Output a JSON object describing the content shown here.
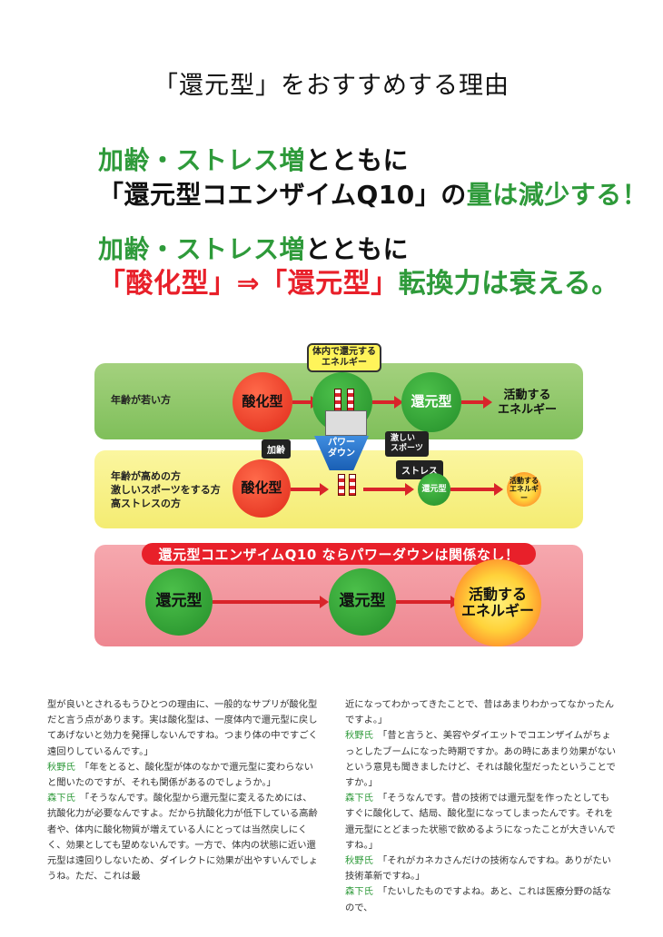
{
  "title": "「還元型」をおすすめする理由",
  "headlines": {
    "line1a": {
      "green": "加齢・ストレス増",
      "black": "とともに"
    },
    "line1b": {
      "black": "「還元型コエンザイムQ10」の",
      "green": "量は減少する！"
    },
    "line2a": {
      "green": "加齢・ストレス増",
      "black": "とともに"
    },
    "line2b": {
      "red": "「酸化型」⇒「還元型」",
      "green": "転換力は衰える。"
    }
  },
  "diagram": {
    "callout_top": "体内で還元する\nエネルギー",
    "band1": {
      "label": "年齢が若い方",
      "left_circle": "酸化型",
      "right_circle": "還元型",
      "end_label": "活動する\nエネルギー"
    },
    "tags": {
      "aging": "加齢",
      "sports": "激しい\nスポーツ",
      "stress": "ストレス"
    },
    "power_down": "パワー\nダウン",
    "band2": {
      "label": "年齢が高めの方\n激しいスポーツをする方\n高ストレスの方",
      "left_circle": "酸化型",
      "small_circle": "還元型",
      "end_label": "活動する\nエネルギー"
    },
    "banner": "還元型コエンザイムQ10 ならパワーダウンは関係なし！",
    "band3": {
      "left_circle": "還元型",
      "mid_circle": "還元型",
      "end_label": "活動する\nエネルギー"
    },
    "colors": {
      "green": "#2e9a3a",
      "red": "#e8202a",
      "band_green": "#8cc766",
      "band_yellow": "#f6ee7e",
      "band_pink": "#f094a0"
    }
  },
  "body": {
    "left": [
      {
        "speaker": "",
        "text": "型が良いとされるもうひとつの理由に、一般的なサプリが酸化型だと言う点があります。実は酸化型は、一度体内で還元型に戻してあげないと効力を発揮しないんですね。つまり体の中ですごく遠回りしているんです。」"
      },
      {
        "speaker": "秋野氏",
        "text": "「年をとると、酸化型が体のなかで還元型に変わらないと聞いたのですが、それも関係があるのでしょうか。」"
      },
      {
        "speaker": "森下氏",
        "text": "「そうなんです。酸化型から還元型に変えるためには、抗酸化力が必要なんですよ。だから抗酸化力が低下している高齢者や、体内に酸化物質が増えている人にとっては当然戻しにくく、効果としても望めないんです。一方で、体内の状態に近い還元型は遠回りしないため、ダイレクトに効果が出やすいんでしょうね。ただ、これは最"
      }
    ],
    "right": [
      {
        "speaker": "",
        "text": "近になってわかってきたことで、昔はあまりわかってなかったんですよ。」"
      },
      {
        "speaker": "秋野氏",
        "text": "「昔と言うと、美容やダイエットでコエンザイムがちょっとしたブームになった時期ですか。あの時にあまり効果がないという意見も聞きましたけど、それは酸化型だったということですか。」"
      },
      {
        "speaker": "森下氏",
        "text": "「そうなんです。昔の技術では還元型を作ったとしてもすぐに酸化して、結局、酸化型になってしまったんです。それを還元型にとどまった状態で飲めるようになったことが大きいんですね。」"
      },
      {
        "speaker": "秋野氏",
        "text": "「それがカネカさんだけの技術なんですね。ありがたい技術革新ですね。」"
      },
      {
        "speaker": "森下氏",
        "text": "「たいしたものですよね。あと、これは医療分野の話なので、"
      }
    ]
  }
}
